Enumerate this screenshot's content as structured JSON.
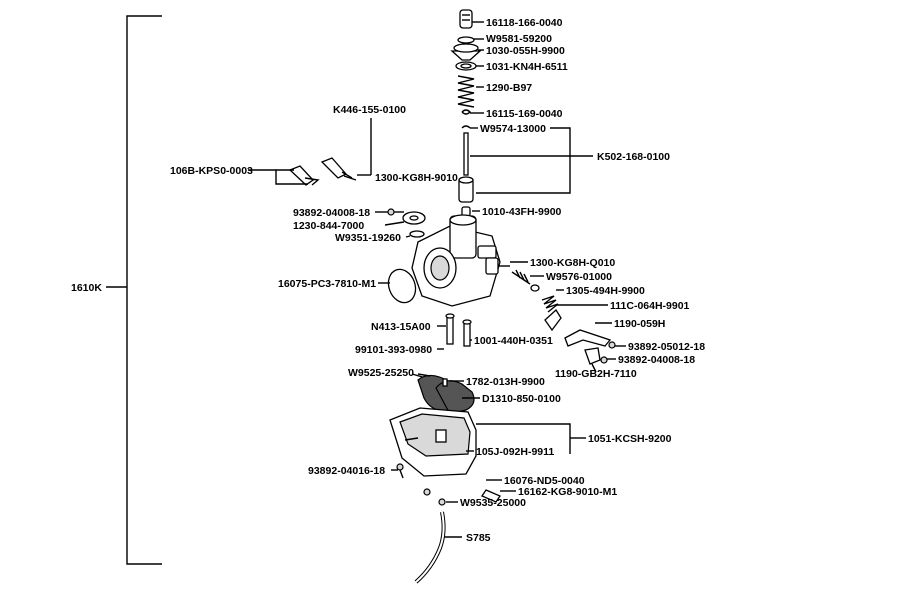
{
  "diagram": {
    "assembly_label": "1610K",
    "parts": {
      "p16118": "16118-166-0040",
      "pW9581": "W9581-59200",
      "p1030": "1030-055H-9900",
      "p1031": "1031-KN4H-6511",
      "p1290": "1290-B97",
      "p16115": "16115-169-0040",
      "pW9574": "W9574-13000",
      "pK502": "K502-168-0100",
      "pK446": "K446-155-0100",
      "p106B": "106B-KPS0-0003",
      "p1300a": "1300-KG8H-9010",
      "p1010": "1010-43FH-9900",
      "p93892a": "93892-04008-18",
      "p1230": "1230-844-7000",
      "pW9351": "W9351-19260",
      "p1300b": "1300-KG8H-Q010",
      "pW9576": "W9576-01000",
      "p16075": "16075-PC3-7810-M1",
      "p1305": "1305-494H-9900",
      "p111C": "111C-064H-9901",
      "p1190a": "1190-059H",
      "pN413": "N413-15A00",
      "p99101": "99101-393-0980",
      "p1001": "1001-440H-0351",
      "p93892b": "93892-05012-18",
      "p93892c": "93892-04008-18",
      "p1190b": "1190-GB2H-7110",
      "pW9525": "W9525-25250",
      "p1782": "1782-013H-9900",
      "pD1310": "D1310-850-0100",
      "p1051": "1051-KCSH-9200",
      "p105J": "105J-092H-9911",
      "p93892d": "93892-04016-18",
      "p16076": "16076-ND5-0040",
      "p16162": "16162-KG8-9010-M1",
      "pW9535": "W9535-25000",
      "pS785": "S785"
    }
  }
}
